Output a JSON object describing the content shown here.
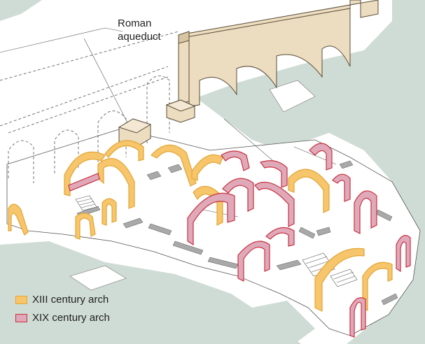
{
  "labels": {
    "aqueduct_line1": "Roman",
    "aqueduct_line2": "aqueduct"
  },
  "legend": {
    "items": [
      {
        "label": "XIII century arch",
        "fill": "#f7c56b",
        "stroke": "#e2a635"
      },
      {
        "label": "XIX century arch",
        "fill": "#e0a9b9",
        "stroke": "#c9303f"
      }
    ]
  },
  "colors": {
    "ground": "#cfdcd5",
    "building": "#ffffff",
    "wall": "#a9a9a9",
    "aqueduct": "#ecdcc0",
    "aqueduct_outline": "#6b5d45"
  }
}
